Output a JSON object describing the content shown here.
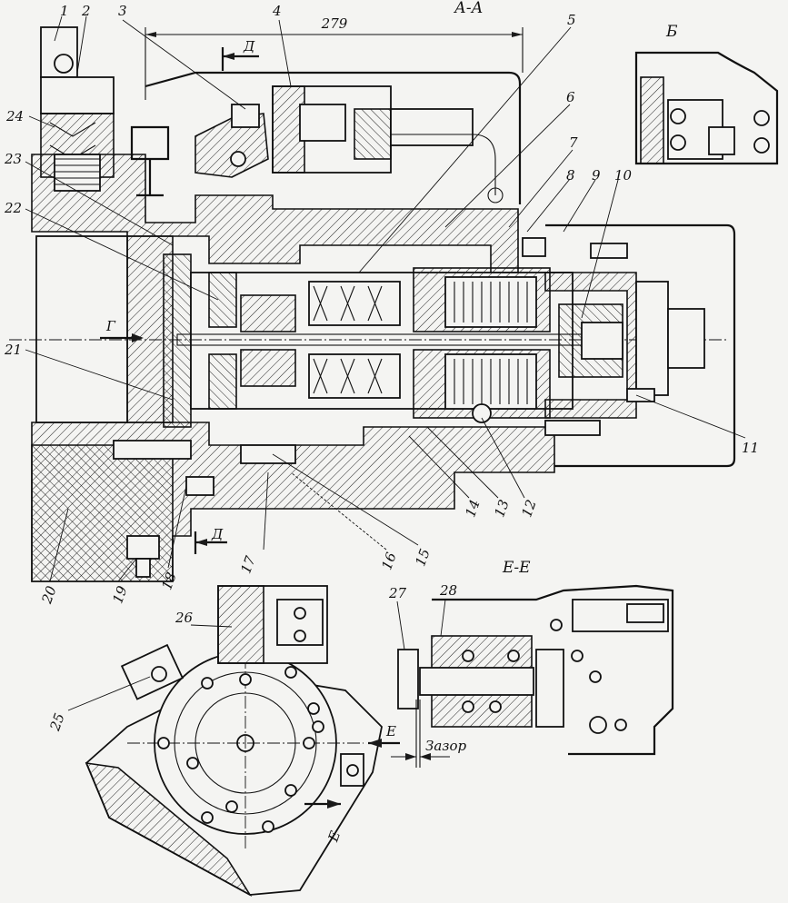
{
  "sections": {
    "main": "А-А",
    "view_b": "Б",
    "section_ee": "Е-Е"
  },
  "dimension_main": "279",
  "view_arrow": "Г",
  "cut_marks": {
    "top": "Д",
    "bottom": "Д",
    "e_top": "Е",
    "e_bottom": "Е"
  },
  "gap_label": "Зазор",
  "callouts": [
    "1",
    "2",
    "3",
    "4",
    "5",
    "6",
    "7",
    "8",
    "9",
    "10",
    "11",
    "12",
    "13",
    "14",
    "15",
    "16",
    "17",
    "18",
    "19",
    "20",
    "21",
    "22",
    "23",
    "24",
    "25",
    "26",
    "27",
    "28"
  ]
}
